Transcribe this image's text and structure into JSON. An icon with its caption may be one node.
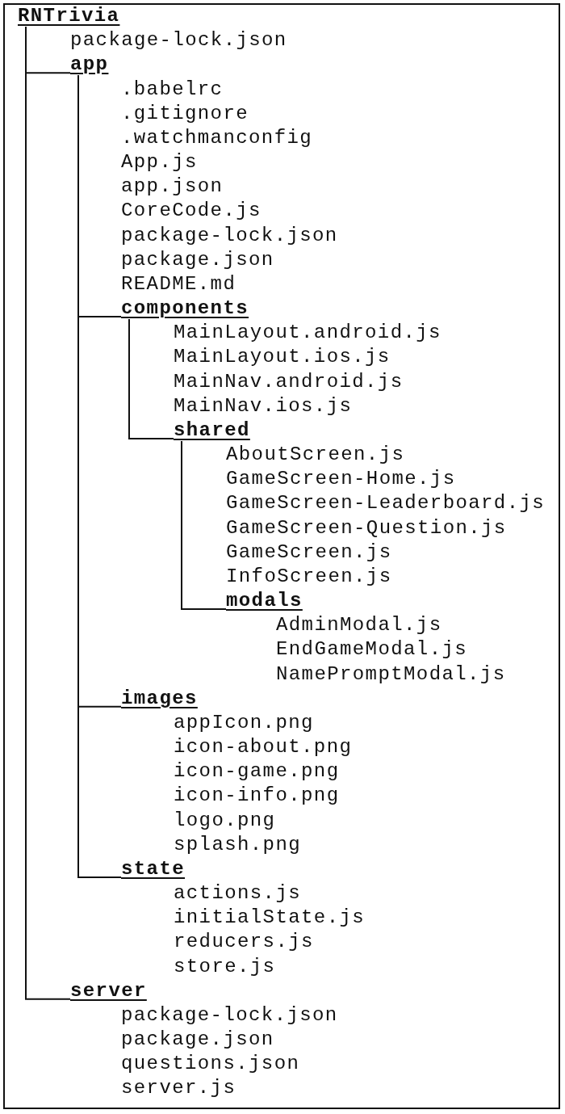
{
  "diagram": {
    "nodes": [
      {
        "text": [
          "RNTrivia"
        ]
      },
      {
        "text": [
          "app"
        ]
      },
      {
        "text": [
          "components"
        ]
      },
      {
        "text": [
          "shared"
        ]
      },
      {
        "text": [
          "modals"
        ]
      },
      {
        "text": [
          "images"
        ]
      },
      {
        "text": [
          "state"
        ]
      },
      {
        "text": [
          "server"
        ]
      }
    ],
    "edges": [
      {
        "from": 0,
        "to": 1,
        "arrow": "none"
      },
      {
        "from": 0,
        "to": 7,
        "arrow": "none"
      },
      {
        "from": 1,
        "to": 2,
        "arrow": "none"
      },
      {
        "from": 1,
        "to": 5,
        "arrow": "none"
      },
      {
        "from": 1,
        "to": 6,
        "arrow": "none"
      },
      {
        "from": 2,
        "to": 3,
        "arrow": "none"
      },
      {
        "from": 3,
        "to": 4,
        "arrow": "none"
      }
    ],
    "labels": [
      "package-lock.json",
      ".babelrc",
      ".gitignore",
      ".watchmanconfig",
      "App.js",
      "app.json",
      "CoreCode.js",
      "package-lock.json",
      "package.json",
      "README.md",
      "MainLayout.android.js",
      "MainLayout.ios.js",
      "MainNav.android.js",
      "MainNav.ios.js",
      "AboutScreen.js",
      "GameScreen-Home.js",
      "GameScreen-Leaderboard.js",
      "GameScreen-Question.js",
      "GameScreen.js",
      "InfoScreen.js",
      "AdminModal.js",
      "EndGameModal.js",
      "NamePromptModal.js",
      "appIcon.png",
      "icon-about.png",
      "icon-game.png",
      "icon-info.png",
      "logo.png",
      "splash.png",
      "actions.js",
      "initialState.js",
      "reducers.js",
      "store.js",
      "package-lock.json",
      "package.json",
      "questions.json",
      "server.js"
    ]
  }
}
